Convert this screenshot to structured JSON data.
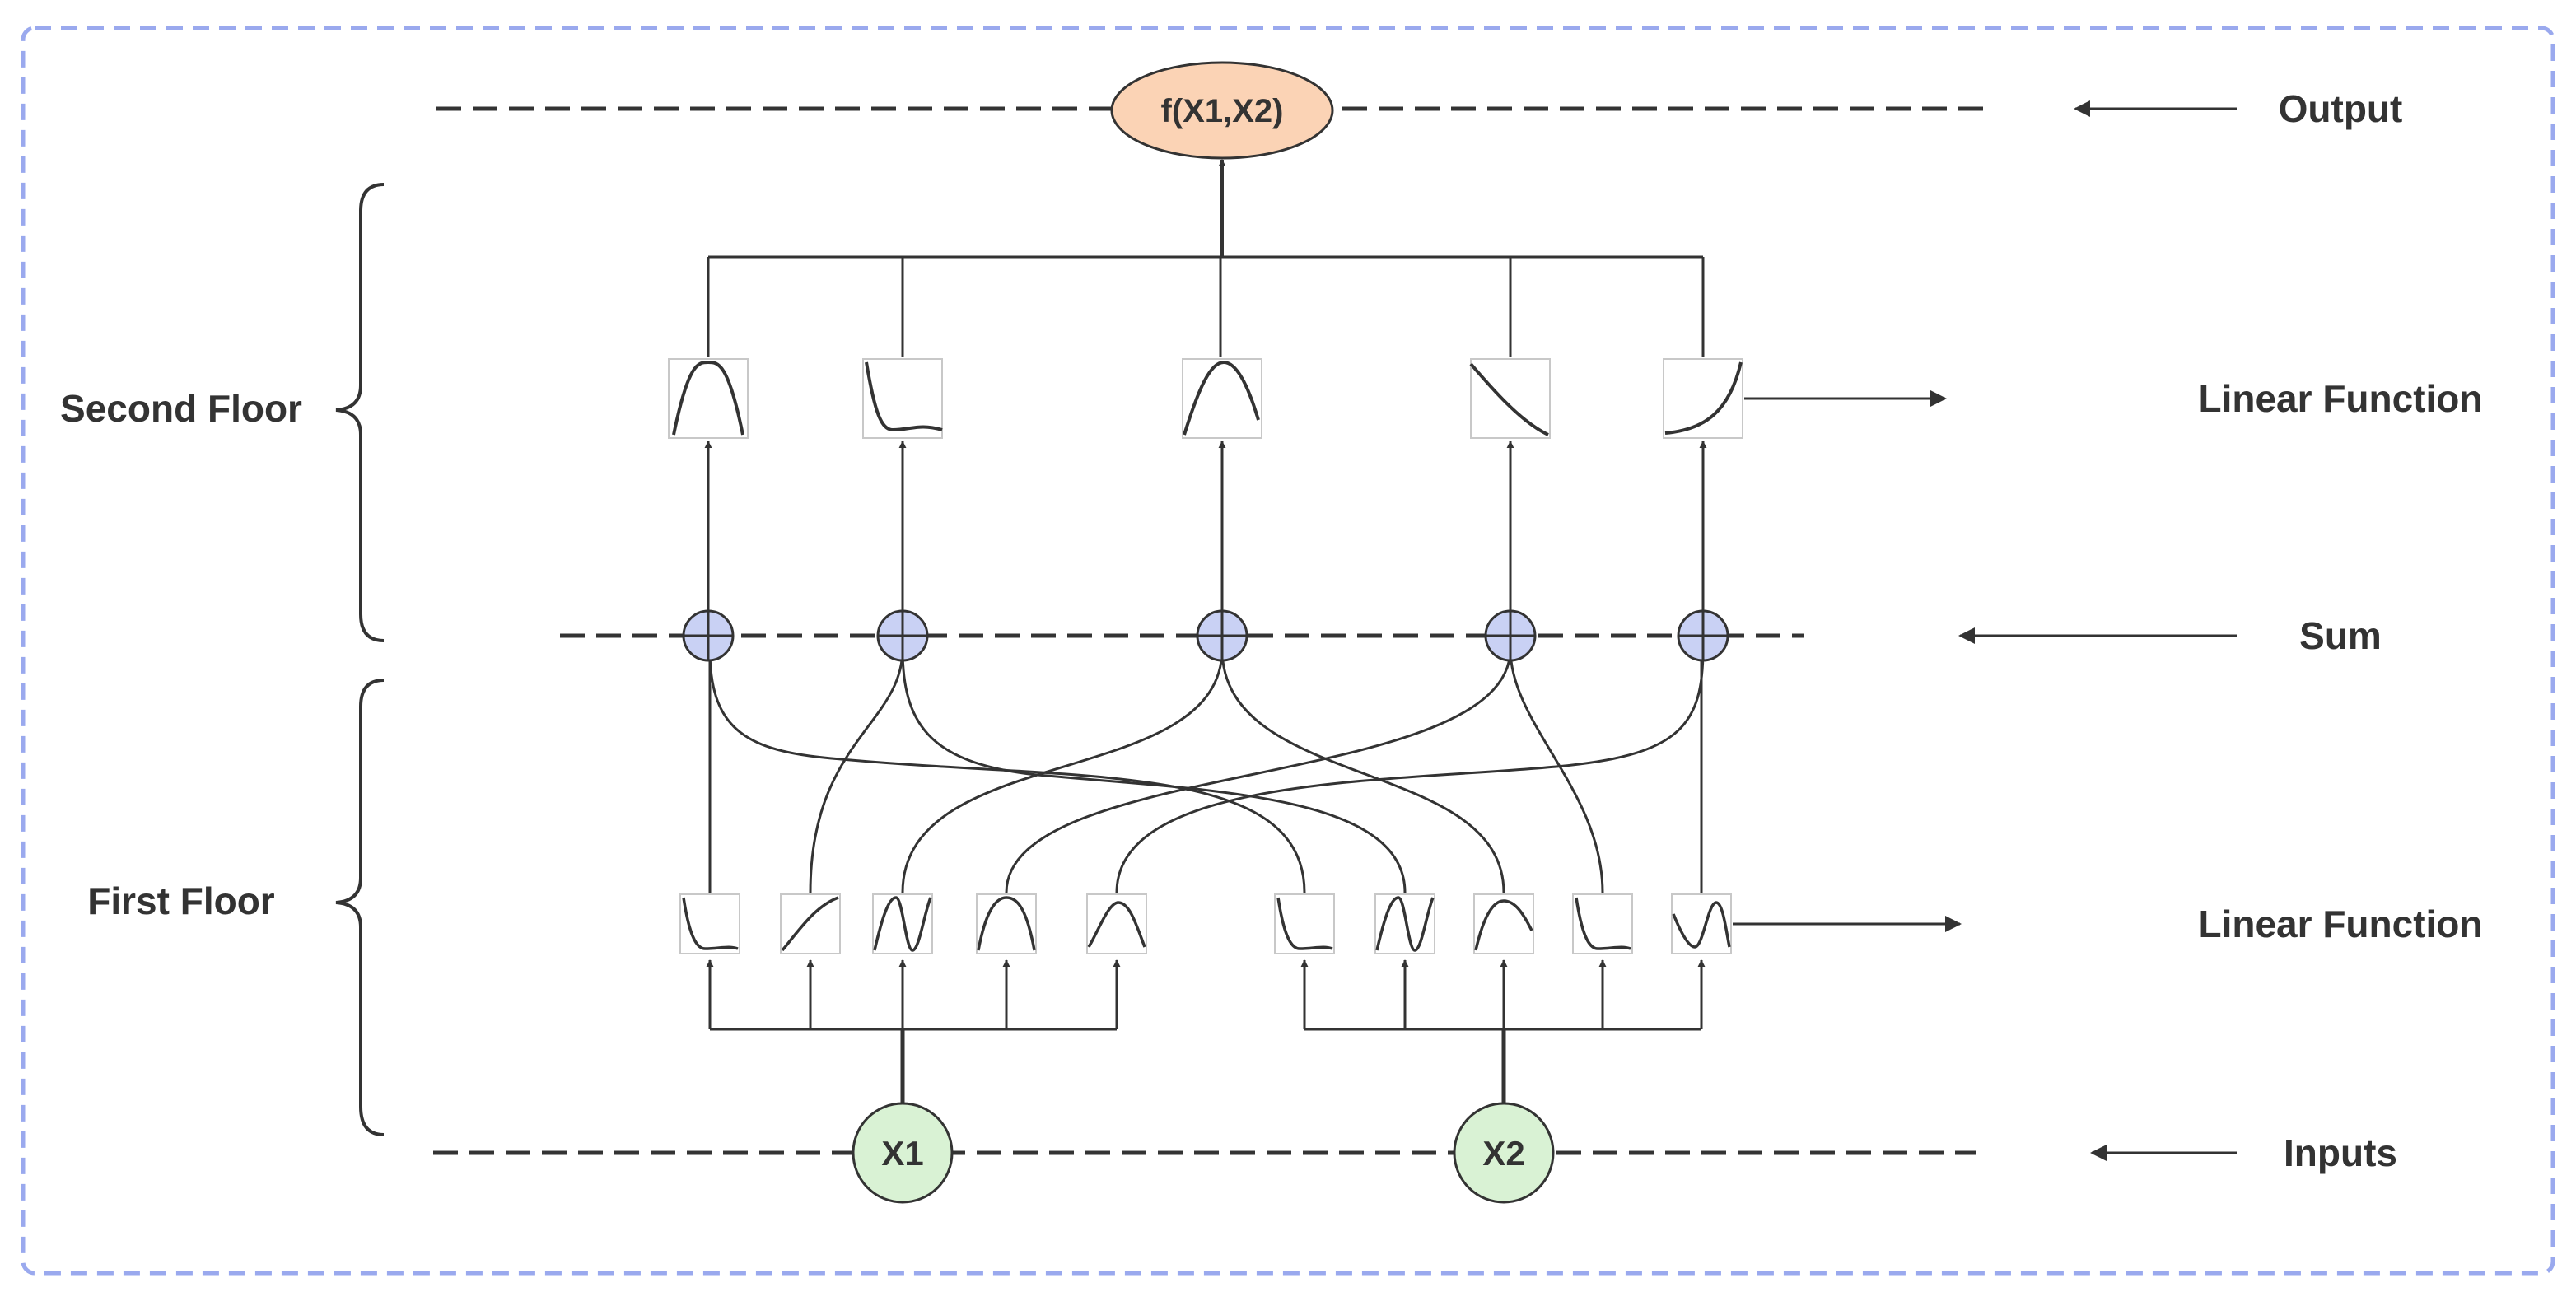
{
  "labels": {
    "output": "Output",
    "linear_function_top": "Linear Function",
    "sum": "Sum",
    "linear_function_bottom": "Linear Function",
    "inputs": "Inputs",
    "second_floor": "Second Floor",
    "first_floor": "First Floor"
  },
  "nodes": {
    "output": "f(X1,X2)",
    "x1": "X1",
    "x2": "X2"
  },
  "colors": {
    "frame": "#9aa9ee",
    "output_fill": "#fbd3b5",
    "input_fill": "#d9f2d4",
    "sum_fill": "#c9d1f4",
    "line": "#333333"
  },
  "icons": {
    "sum_node": "circle-plus-icon",
    "function_box": "curve-plot-icon"
  }
}
